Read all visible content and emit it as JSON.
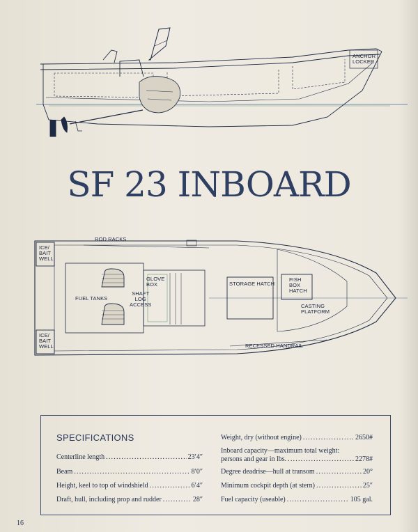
{
  "title": "SF 23 INBOARD",
  "page_number": "16",
  "profile_labels": {
    "anchor_locker": "ANCHOR\nLOCKER"
  },
  "plan_labels": {
    "rod_racks": "ROD RACKS",
    "ice_bait_well_top": "ICE/\nBAIT\nWELL",
    "ice_bait_well_bottom": "ICE/\nBAIT\nWELL",
    "fuel_tanks": "FUEL TANKS",
    "glove_box": "GLOVE\nBOX",
    "shaft_log_access": "SHAFT\nLOG\nACCESS",
    "storage_hatch": "STORAGE HATCH",
    "fish_box_hatch": "FISH\nBOX\nHATCH",
    "casting_platform": "CASTING\nPLATFORM",
    "recessed_handrail": "RECESSED HANDRAIL"
  },
  "specifications": {
    "heading": "SPECIFICATIONS",
    "left": [
      {
        "label": "Centerline length",
        "value": "23′4″"
      },
      {
        "label": "Beam",
        "value": "8′0″"
      },
      {
        "label": "Height, keel to top of windshield",
        "value": "6′4″"
      },
      {
        "label": "Draft, hull, including prop and rudder",
        "value": "28″"
      }
    ],
    "right": [
      {
        "label": "Weight, dry (without engine)",
        "value": "2650#"
      },
      {
        "label_line1": "Inboard capacity—maximum total weight:",
        "label": "persons and gear in lbs.",
        "value": "2278#"
      },
      {
        "label": "Degree deadrise—hull at transom",
        "value": "20°"
      },
      {
        "label": "Minimum cockpit depth (at stern)",
        "value": "25″"
      },
      {
        "label": "Fuel capacity (useable)",
        "value": "105 gal."
      }
    ]
  }
}
